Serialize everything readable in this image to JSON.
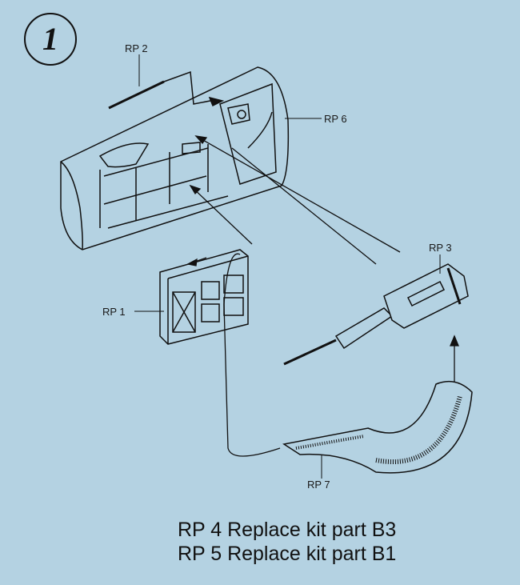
{
  "step": {
    "number": "1"
  },
  "labels": {
    "rp1": "RP 1",
    "rp2": "RP 2",
    "rp3": "RP 3",
    "rp6": "RP 6",
    "rp7": "RP 7"
  },
  "notes": [
    "RP 4 Replace kit part B3",
    "RP 5 Replace kit part B1"
  ],
  "colors": {
    "background": "#b4d2e2",
    "ink": "#111111"
  }
}
